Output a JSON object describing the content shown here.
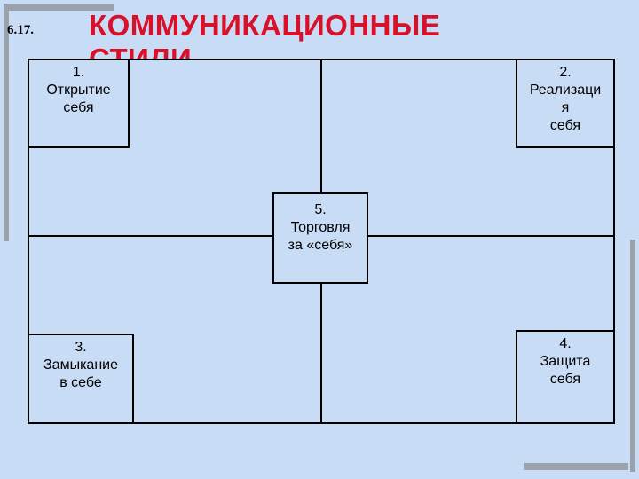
{
  "slide_number": "6.17.",
  "title": "КОММУНИКАЦИОННЫЕ СТИЛИ",
  "boxes": {
    "b1": [
      "1.",
      "Открытие",
      "себя"
    ],
    "b2": [
      "2.",
      "Реализаци",
      "я",
      "себя"
    ],
    "b3": [
      "3.",
      "Замыкание",
      "в себе"
    ],
    "b4": [
      "4.",
      "Защита",
      "себя"
    ],
    "b5": [
      "5.",
      "Торговля",
      "за «себя»"
    ]
  },
  "colors": {
    "background": "#c9dcf5",
    "title": "#d8102a",
    "decor_bars": "#9aa3ad"
  }
}
